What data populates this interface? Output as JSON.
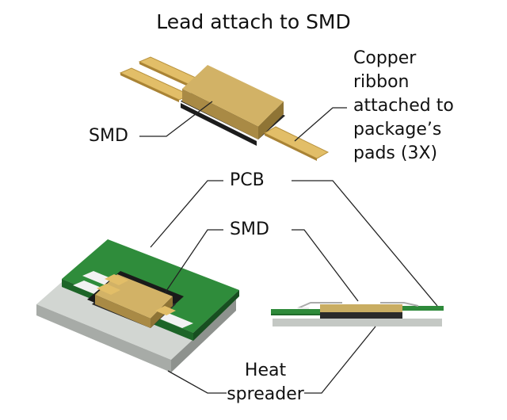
{
  "title": "Lead attach to SMD",
  "labels": {
    "smd_top": "SMD",
    "copper_lines": [
      "Copper",
      "ribbon",
      "attached to",
      "package’s",
      "pads (3X)"
    ],
    "pcb": "PCB",
    "smd_bottom": "SMD",
    "heat_spreader_lines": [
      "Heat",
      "spreader"
    ]
  },
  "colors": {
    "ribbon": "#d9b45c",
    "smd_top": "#c9ad62",
    "smd_dark": "#2a2a2a",
    "pcb_green": "#2e8a3a",
    "pcb_green_dark": "#1f6b2a",
    "heat_spreader": "#c4c8c4",
    "leader_line": "#222222"
  }
}
